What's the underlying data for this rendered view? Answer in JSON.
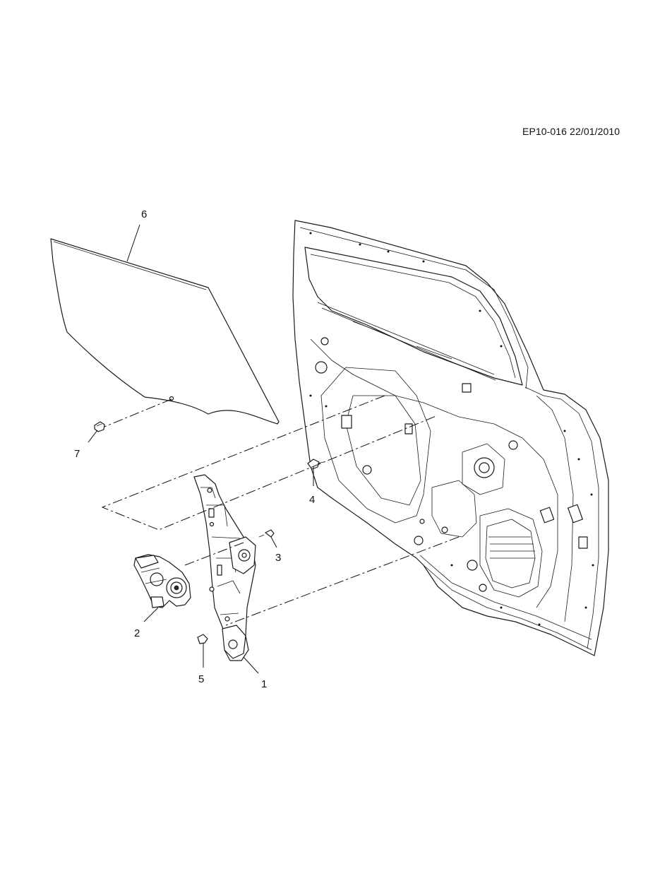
{
  "drawing_reference": "EP10-016 22/01/2010",
  "callouts": [
    {
      "number": "1",
      "part": "window-regulator"
    },
    {
      "number": "2",
      "part": "window-motor"
    },
    {
      "number": "3",
      "part": "regulator-bolt"
    },
    {
      "number": "4",
      "part": "door-fastener"
    },
    {
      "number": "5",
      "part": "regulator-lower-bolt"
    },
    {
      "number": "6",
      "part": "door-glass"
    },
    {
      "number": "7",
      "part": "glass-clip"
    }
  ]
}
